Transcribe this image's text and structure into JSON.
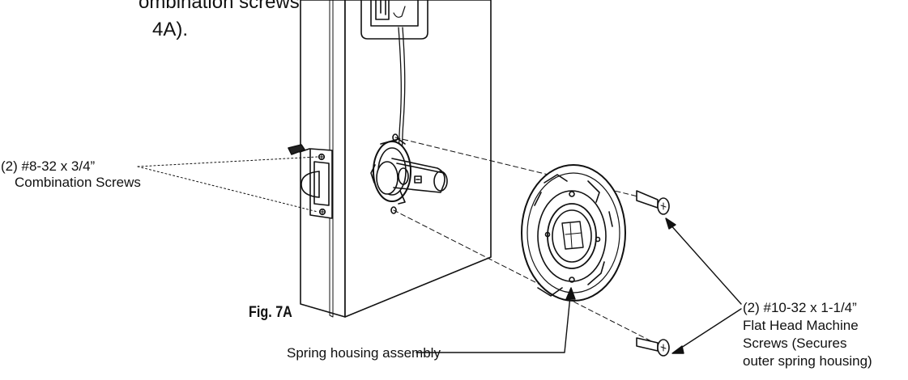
{
  "intro_text": {
    "line1": "ombination screws",
    "line2": "4A)."
  },
  "labels": {
    "combo_screws_line1": "(2) #8-32 x 3/4”",
    "combo_screws_line2": "Combination Screws",
    "machine_screws_line1": "(2) #10-32 x 1-1/4”",
    "machine_screws_line2": "Flat Head Machine",
    "machine_screws_line3": "Screws (Secures",
    "machine_screws_line4": "outer spring housing)",
    "spring_housing": "Spring housing assembly"
  },
  "figure_caption": "Fig. 7A"
}
